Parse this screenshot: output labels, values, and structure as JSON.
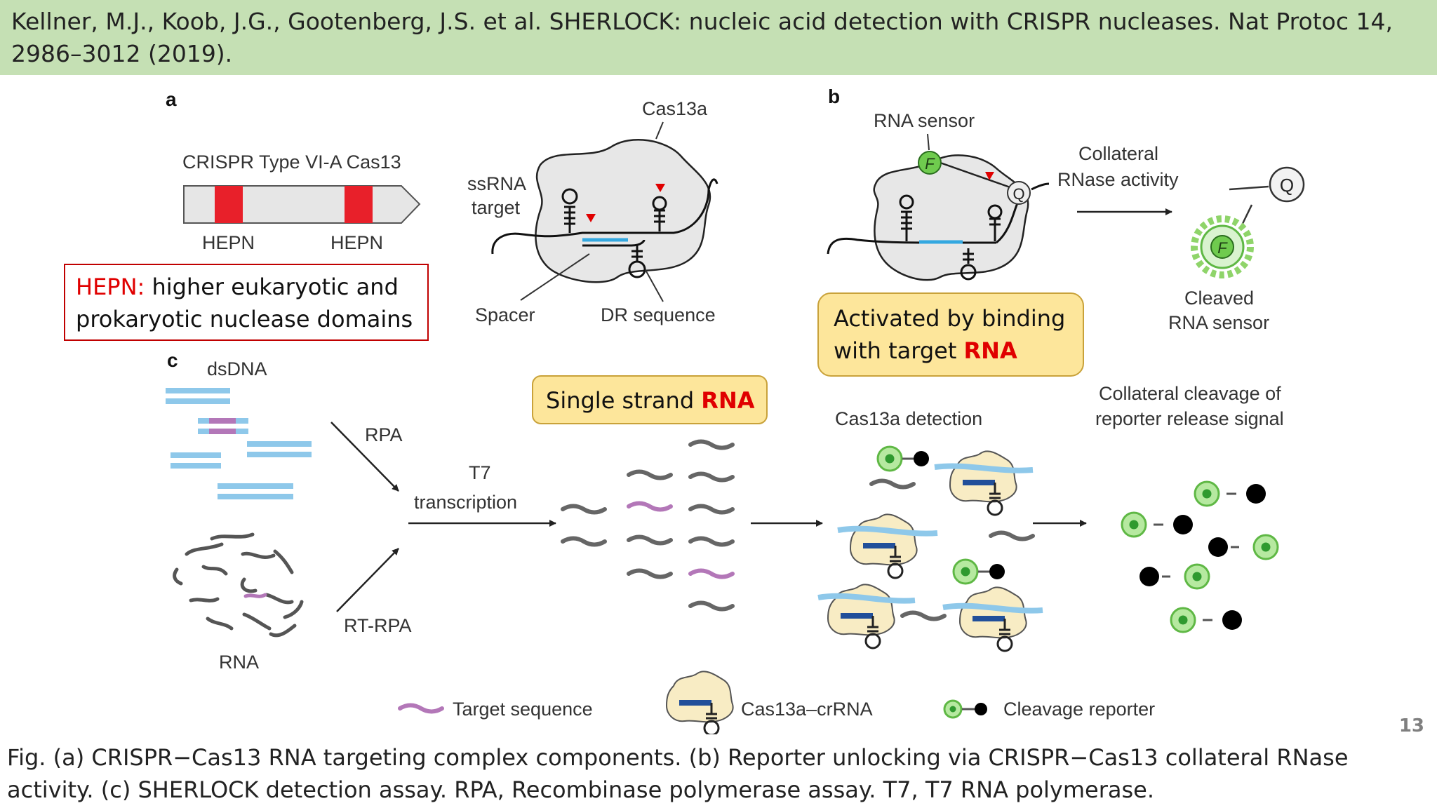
{
  "citation": "Kellner, M.J., Koob, J.G., Gootenberg, J.S. et al. SHERLOCK: nucleic acid detection with CRISPR nucleases. Nat Protoc 14, 2986–3012 (2019).",
  "panels": {
    "a": "a",
    "b": "b",
    "c": "c"
  },
  "panel_a": {
    "gene_title": "CRISPR Type VI-A Cas13",
    "hepn_left": "HEPN",
    "hepn_right": "HEPN",
    "cas13a": "Cas13a",
    "ssrna_line1": "ssRNA",
    "ssrna_line2": "target",
    "spacer": "Spacer",
    "dr_sequence": "DR sequence",
    "hepn_box_term": "HEPN:",
    "hepn_box_line1": " higher eukaryotic and",
    "hepn_box_line2": "prokaryotic nuclease domains"
  },
  "panel_b": {
    "rna_sensor": "RNA sensor",
    "collateral_line1": "Collateral",
    "collateral_line2": "RNase activity",
    "cleaved_line1": "Cleaved",
    "cleaved_line2": "RNA sensor",
    "fluor_letter": "F",
    "quench_letter": "Q",
    "activated_line1": "Activated by binding",
    "activated_line2_pre": "with target ",
    "activated_line2_rna": "RNA"
  },
  "panel_c": {
    "dsdna": "dsDNA",
    "rna": "RNA",
    "rpa": "RPA",
    "rt_rpa": "RT-RPA",
    "t7_line1": "T7",
    "t7_line2": "transcription",
    "single_strand_pre": "Single strand ",
    "single_strand_rna": "RNA",
    "cas13a_detection": "Cas13a detection",
    "collateral_cleavage_line1": "Collateral cleavage of",
    "collateral_cleavage_line2": "reporter release signal"
  },
  "legend": {
    "target_sequence": "Target sequence",
    "cas13a_crrna": "Cas13a–crRNA",
    "cleavage_reporter": "Cleavage reporter"
  },
  "colors": {
    "citation_bg": "#c5e0b4",
    "hepn_red": "#e8202a",
    "dsdna_blue": "#8ec8ea",
    "target_purple": "#b377b8",
    "cas13_fill": "#f8ecc4",
    "callout_yellow": "#fde69b",
    "fluor_green": "#6fcb4e"
  },
  "page_number": "13",
  "caption": "Fig. (a) CRISPR−Cas13 RNA targeting complex components. (b) Reporter unlocking via CRISPR−Cas13 collateral RNase activity. (c) SHERLOCK detection assay. RPA, Recombinase polymerase assay. T7, T7 RNA polymerase."
}
